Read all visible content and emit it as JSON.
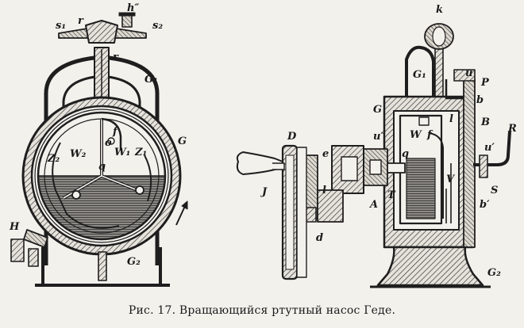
{
  "caption": "Рис. 17. Вращающийся ртутный насос Геде.",
  "left_labels": {
    "h": "h″",
    "s1": "s₁",
    "r_top": "r",
    "s2": "s₂",
    "r_mid": "r",
    "G1": "G₁",
    "G": "G",
    "f": "f",
    "o": "o",
    "W2": "W₂",
    "W1": "W₁",
    "Z2": "Z₂",
    "q": "q",
    "Z1": "Z₁",
    "H": "H",
    "G2": "G₂"
  },
  "right_labels": {
    "k": "k",
    "G1": "G₁",
    "u": "u",
    "P": "P",
    "b": "b",
    "G": "G",
    "l": "l",
    "B": "B",
    "D": "D",
    "u2": "u″",
    "W": "W",
    "f": "f",
    "R": "R",
    "e": "e",
    "u1": "u′",
    "q": "q",
    "J": "J",
    "V": "V",
    "S": "S",
    "l2": "l",
    "T": "T",
    "A": "A",
    "b1": "b′",
    "d": "d",
    "G2": "G₂"
  }
}
